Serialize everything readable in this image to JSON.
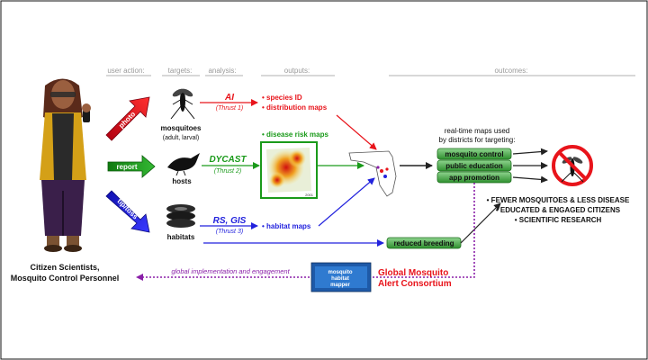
{
  "headers": {
    "user_action": "user action:",
    "targets": "targets:",
    "analysis": "analysis:",
    "outputs": "outputs:",
    "outcomes": "outcomes:"
  },
  "actions": {
    "photo": "photo",
    "report": "report",
    "tip_toss": "tip/toss"
  },
  "targets": {
    "mosquitoes": "mosquitoes",
    "mosquitoes_sub": "(adult, larval)",
    "hosts": "hosts",
    "habitats": "habitats"
  },
  "analysis": {
    "ai": "AI",
    "ai_sub": "(Thrust 1)",
    "dycast": "DYCAST",
    "dycast_sub": "(Thrust 2)",
    "rs_gis": "RS, GIS",
    "rs_gis_sub": "(Thrust 3)"
  },
  "outputs": {
    "species_id": "• species ID",
    "distribution_maps": "• distribution maps",
    "disease_risk_maps": "• disease risk maps",
    "habitat_maps": "• habitat maps",
    "map_year": "2001"
  },
  "realtime": {
    "line1": "real-time maps used",
    "line2": "by districts for targeting:"
  },
  "interventions": {
    "mosquito_control": "mosquito control",
    "public_education": "public education",
    "app_promotion": "app promotion",
    "reduced_breeding": "reduced breeding"
  },
  "results": {
    "r1": "• FEWER MOSQUITOES & LESS DISEASE",
    "r2": "• EDUCATED & ENGAGED CITIZENS",
    "r3": "• SCIENTIFIC RESEARCH"
  },
  "people": {
    "line1": "Citizen Scientists,",
    "line2": "Mosquito Control Personnel"
  },
  "global": {
    "implementation": "global implementation and engagement",
    "consortium_line1": "Global Mosquito",
    "consortium_line2": "Alert Consortium",
    "logo_text": "mosquito habitat mapper"
  },
  "colors": {
    "red": "#e8141b",
    "green": "#1a9a1a",
    "blue": "#2222dd",
    "purple": "#8a1fa8",
    "box_green": "#3fa63f",
    "header_gray": "#9a9a9a"
  }
}
